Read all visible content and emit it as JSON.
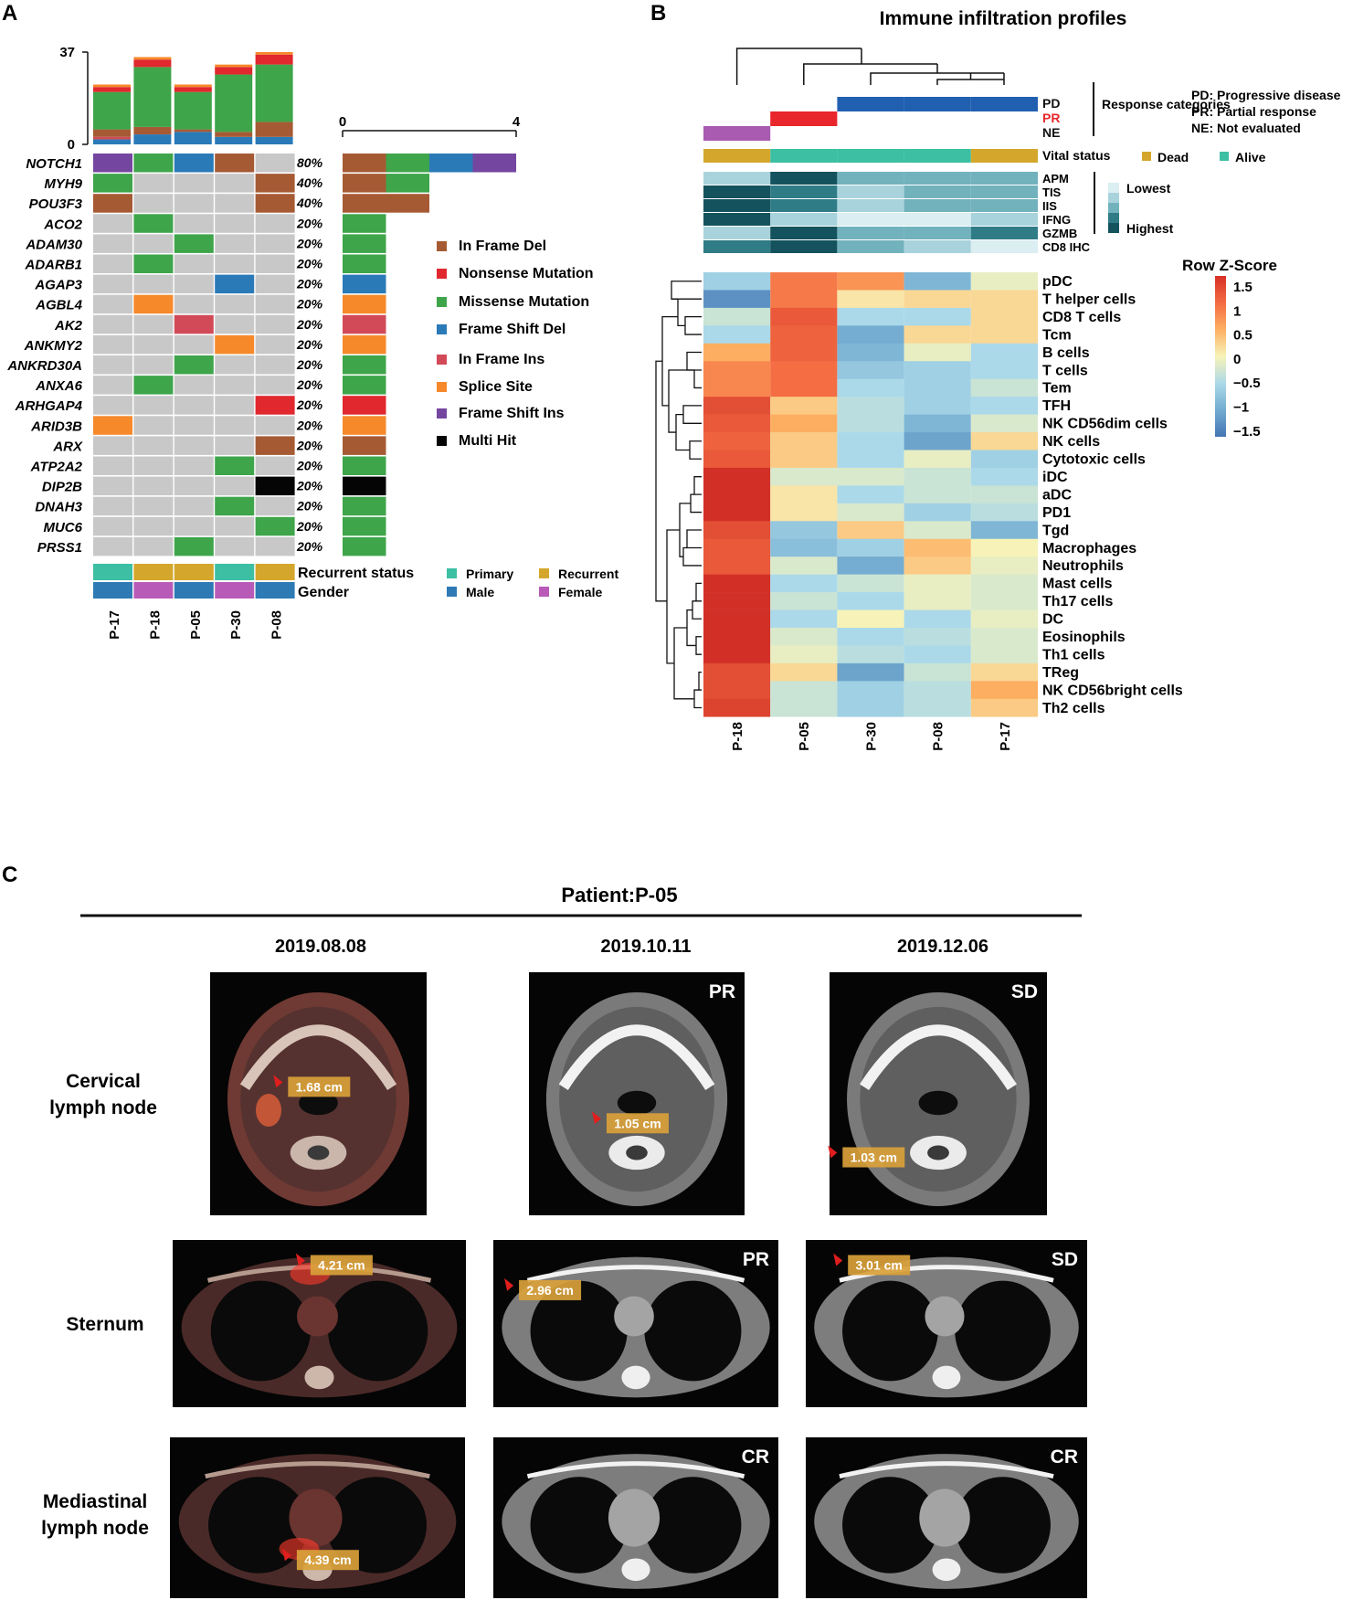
{
  "panelA": {
    "label": "A",
    "bar_axis": {
      "max": "37",
      "min": "0"
    },
    "count_axis": {
      "min": "0",
      "max": "4"
    },
    "colors": {
      "In Frame Del": "#a65a34",
      "Nonsense Mutation": "#e0282e",
      "Missense Mutation": "#3ea54a",
      "Frame Shift Del": "#2a7ab8",
      "In Frame Ins": "#d24a57",
      "Splice Site": "#f6892a",
      "Frame Shift Ins": "#7546a0",
      "Multi Hit": "#050505",
      "none": "#c8c8c8"
    },
    "patients": [
      "P-17",
      "P-18",
      "P-05",
      "P-30",
      "P-08"
    ],
    "stacks": [
      {
        "Frame Shift Del": 2,
        "In Frame Ins": 1,
        "In Frame Del": 3,
        "Missense Mutation": 15,
        "Nonsense Mutation": 2,
        "Splice Site": 1
      },
      {
        "Frame Shift Del": 4,
        "In Frame Del": 3,
        "Missense Mutation": 24,
        "Nonsense Mutation": 3,
        "Splice Site": 1
      },
      {
        "Frame Shift Del": 5,
        "In Frame Del": 1,
        "Missense Mutation": 15,
        "Nonsense Mutation": 2,
        "Splice Site": 1
      },
      {
        "Frame Shift Del": 3,
        "In Frame Del": 2,
        "Missense Mutation": 23,
        "Nonsense Mutation": 3,
        "Splice Site": 1
      },
      {
        "Frame Shift Del": 3,
        "In Frame Del": 6,
        "Missense Mutation": 23,
        "Nonsense Mutation": 4,
        "Splice Site": 1
      }
    ],
    "genes": [
      {
        "name": "NOTCH1",
        "pct": "80%",
        "calls": [
          "Frame Shift Ins",
          "Missense Mutation",
          "Frame Shift Del",
          "In Frame Del",
          ""
        ],
        "count": [
          "In Frame Del",
          "Missense Mutation",
          "Frame Shift Del",
          "Frame Shift Ins"
        ]
      },
      {
        "name": "MYH9",
        "pct": "40%",
        "calls": [
          "Missense Mutation",
          "",
          "",
          "",
          "In Frame Del"
        ],
        "count": [
          "In Frame Del",
          "Missense Mutation"
        ]
      },
      {
        "name": "POU3F3",
        "pct": "40%",
        "calls": [
          "In Frame Del",
          "",
          "",
          "",
          "In Frame Del"
        ],
        "count": [
          "In Frame Del",
          "In Frame Del"
        ]
      },
      {
        "name": "ACO2",
        "pct": "20%",
        "calls": [
          "",
          "Missense Mutation",
          "",
          "",
          ""
        ],
        "count": [
          "Missense Mutation"
        ]
      },
      {
        "name": "ADAM30",
        "pct": "20%",
        "calls": [
          "",
          "",
          "Missense Mutation",
          "",
          ""
        ],
        "count": [
          "Missense Mutation"
        ]
      },
      {
        "name": "ADARB1",
        "pct": "20%",
        "calls": [
          "",
          "Missense Mutation",
          "",
          "",
          ""
        ],
        "count": [
          "Missense Mutation"
        ]
      },
      {
        "name": "AGAP3",
        "pct": "20%",
        "calls": [
          "",
          "",
          "",
          "Frame Shift Del",
          ""
        ],
        "count": [
          "Frame Shift Del"
        ]
      },
      {
        "name": "AGBL4",
        "pct": "20%",
        "calls": [
          "",
          "Splice Site",
          "",
          "",
          ""
        ],
        "count": [
          "Splice Site"
        ]
      },
      {
        "name": "AK2",
        "pct": "20%",
        "calls": [
          "",
          "",
          "In Frame Ins",
          "",
          ""
        ],
        "count": [
          "In Frame Ins"
        ]
      },
      {
        "name": "ANKMY2",
        "pct": "20%",
        "calls": [
          "",
          "",
          "",
          "Splice Site",
          ""
        ],
        "count": [
          "Splice Site"
        ]
      },
      {
        "name": "ANKRD30A",
        "pct": "20%",
        "calls": [
          "",
          "",
          "Missense Mutation",
          "",
          ""
        ],
        "count": [
          "Missense Mutation"
        ]
      },
      {
        "name": "ANXA6",
        "pct": "20%",
        "calls": [
          "",
          "Missense Mutation",
          "",
          "",
          ""
        ],
        "count": [
          "Missense Mutation"
        ]
      },
      {
        "name": "ARHGAP4",
        "pct": "20%",
        "calls": [
          "",
          "",
          "",
          "",
          "Nonsense Mutation"
        ],
        "count": [
          "Nonsense Mutation"
        ]
      },
      {
        "name": "ARID3B",
        "pct": "20%",
        "calls": [
          "Splice Site",
          "",
          "",
          "",
          ""
        ],
        "count": [
          "Splice Site"
        ]
      },
      {
        "name": "ARX",
        "pct": "20%",
        "calls": [
          "",
          "",
          "",
          "",
          "In Frame Del"
        ],
        "count": [
          "In Frame Del"
        ]
      },
      {
        "name": "ATP2A2",
        "pct": "20%",
        "calls": [
          "",
          "",
          "",
          "Missense Mutation",
          ""
        ],
        "count": [
          "Missense Mutation"
        ]
      },
      {
        "name": "DIP2B",
        "pct": "20%",
        "calls": [
          "",
          "",
          "",
          "",
          "Multi Hit"
        ],
        "count": [
          "Multi Hit"
        ]
      },
      {
        "name": "DNAH3",
        "pct": "20%",
        "calls": [
          "",
          "",
          "",
          "Missense Mutation",
          ""
        ],
        "count": [
          "Missense Mutation"
        ]
      },
      {
        "name": "MUC6",
        "pct": "20%",
        "calls": [
          "",
          "",
          "",
          "",
          "Missense Mutation"
        ],
        "count": [
          "Missense Mutation"
        ]
      },
      {
        "name": "PRSS1",
        "pct": "20%",
        "calls": [
          "",
          "",
          "Missense Mutation",
          "",
          ""
        ],
        "count": [
          "Missense Mutation"
        ]
      }
    ],
    "legend": [
      "In Frame Del",
      "Nonsense Mutation",
      "Missense Mutation",
      "Frame Shift Del",
      "In Frame Ins",
      "Splice Site",
      "Frame Shift Ins",
      "Multi Hit"
    ],
    "recurrent_label": "Recurrent status",
    "gender_label": "Gender",
    "recurrent_values": [
      "Primary",
      "Recurrent",
      "Recurrent",
      "Primary",
      "Recurrent"
    ],
    "gender_values": [
      "Male",
      "Female",
      "Male",
      "Female",
      "Male"
    ],
    "recurrent_legend": [
      {
        "label": "Primary",
        "color": "#3cbfa3"
      },
      {
        "label": "Recurrent",
        "color": "#d4a72c"
      }
    ],
    "gender_legend": [
      {
        "label": "Male",
        "color": "#2e7ab5"
      },
      {
        "label": "Female",
        "color": "#b85bb8"
      }
    ]
  },
  "panelB": {
    "label": "B",
    "title": "Immune infiltration profiles",
    "patients": [
      "P-18",
      "P-05",
      "P-30",
      "P-08",
      "P-17"
    ],
    "response": [
      "NE",
      "PR",
      "PD",
      "PD",
      "PD"
    ],
    "response_rows": [
      "PD",
      "PR",
      "NE"
    ],
    "response_colors": {
      "PD": "#2160b0",
      "PR": "#e8262c",
      "NE": "#a85bb0"
    },
    "response_title": "Response categories",
    "response_legend": [
      "PD: Progressive disease",
      "PR: Partial response",
      "NE: Not evaluated"
    ],
    "vital_label": "Vital status",
    "vital": [
      "Dead",
      "Alive",
      "Alive",
      "Alive",
      "Dead"
    ],
    "vital_legend": [
      {
        "label": "Dead",
        "color": "#d4a72c"
      },
      {
        "label": "Alive",
        "color": "#3cbfa3"
      }
    ],
    "scores": [
      {
        "name": "APM",
        "values": [
          1,
          4,
          2,
          2,
          2
        ]
      },
      {
        "name": "TIS",
        "values": [
          4,
          3,
          1,
          2,
          2
        ]
      },
      {
        "name": "IIS",
        "values": [
          4,
          3,
          1,
          2,
          2
        ]
      },
      {
        "name": "IFNG",
        "values": [
          4,
          1,
          0,
          0,
          1
        ]
      },
      {
        "name": "GZMB",
        "values": [
          1,
          4,
          2,
          2,
          3
        ]
      },
      {
        "name": "CD8 IHC",
        "values": [
          3,
          4,
          2,
          1,
          0
        ]
      }
    ],
    "score_legend": {
      "low": "Lowest",
      "high": "Highest"
    },
    "zscore_title": "Row Z-Score",
    "zscore_ticks": [
      "1.5",
      "1",
      "0.5",
      "0",
      "−0.5",
      "−1",
      "−1.5"
    ],
    "cells": [
      {
        "name": "pDC",
        "values": [
          -0.6,
          0.9,
          0.7,
          -0.9,
          -0.1
        ]
      },
      {
        "name": "T helper cells",
        "values": [
          -1.3,
          0.9,
          0.1,
          0.2,
          0.2
        ]
      },
      {
        "name": "CD8 T cells",
        "values": [
          -0.3,
          1.2,
          -0.5,
          -0.5,
          0.2
        ]
      },
      {
        "name": "Tcm",
        "values": [
          -0.5,
          1.1,
          -1.0,
          0.2,
          0.2
        ]
      },
      {
        "name": "B cells",
        "values": [
          0.5,
          1.1,
          -0.9,
          -0.1,
          -0.5
        ]
      },
      {
        "name": "T cells",
        "values": [
          0.8,
          1.0,
          -0.7,
          -0.6,
          -0.5
        ]
      },
      {
        "name": "Tem",
        "values": [
          0.8,
          1.0,
          -0.5,
          -0.6,
          -0.3
        ]
      },
      {
        "name": "TFH",
        "values": [
          1.3,
          0.3,
          -0.4,
          -0.6,
          -0.5
        ]
      },
      {
        "name": "NK CD56dim cells",
        "values": [
          1.2,
          0.5,
          -0.4,
          -0.9,
          -0.2
        ]
      },
      {
        "name": "NK cells",
        "values": [
          1.1,
          0.3,
          -0.5,
          -1.1,
          0.2
        ]
      },
      {
        "name": "Cytotoxic cells",
        "values": [
          1.2,
          0.3,
          -0.5,
          -0.1,
          -0.6
        ]
      },
      {
        "name": "iDC",
        "values": [
          1.6,
          -0.2,
          -0.2,
          -0.3,
          -0.5
        ]
      },
      {
        "name": "aDC",
        "values": [
          1.6,
          0.1,
          -0.5,
          -0.3,
          -0.3
        ]
      },
      {
        "name": "PD1",
        "values": [
          1.6,
          0.1,
          -0.2,
          -0.6,
          -0.4
        ]
      },
      {
        "name": "Tgd",
        "values": [
          1.3,
          -0.7,
          0.3,
          -0.2,
          -0.9
        ]
      },
      {
        "name": "Macrophages",
        "values": [
          1.2,
          -0.8,
          -0.6,
          0.4,
          0.0
        ]
      },
      {
        "name": "Neutrophils",
        "values": [
          1.2,
          -0.2,
          -1.0,
          0.3,
          -0.1
        ]
      },
      {
        "name": "Mast cells",
        "values": [
          1.6,
          -0.5,
          -0.3,
          -0.1,
          -0.2
        ]
      },
      {
        "name": "Th17 cells",
        "values": [
          1.6,
          -0.3,
          -0.5,
          -0.1,
          -0.2
        ]
      },
      {
        "name": "DC",
        "values": [
          1.6,
          -0.5,
          0.0,
          -0.5,
          -0.1
        ]
      },
      {
        "name": "Eosinophils",
        "values": [
          1.6,
          -0.2,
          -0.5,
          -0.4,
          -0.2
        ]
      },
      {
        "name": "Th1 cells",
        "values": [
          1.6,
          -0.1,
          -0.4,
          -0.5,
          -0.2
        ]
      },
      {
        "name": "TReg",
        "values": [
          1.3,
          0.2,
          -1.1,
          -0.3,
          0.2
        ]
      },
      {
        "name": "NK CD56bright cells",
        "values": [
          1.3,
          -0.3,
          -0.6,
          -0.4,
          0.5
        ]
      },
      {
        "name": "Th2 cells",
        "values": [
          1.4,
          -0.3,
          -0.6,
          -0.4,
          0.3
        ]
      }
    ]
  },
  "panelC": {
    "label": "C",
    "patient": "Patient:P-05",
    "dates": [
      "2019.08.08",
      "2019.10.11",
      "2019.12.06"
    ],
    "rows": [
      {
        "label_lines": [
          "Cervical",
          "lymph node"
        ],
        "images": [
          {
            "kind": "pet",
            "anatomy": "neck",
            "badge": "",
            "measure": "1.68 cm"
          },
          {
            "kind": "ct",
            "anatomy": "neck",
            "badge": "PR",
            "measure": "1.05 cm"
          },
          {
            "kind": "ct",
            "anatomy": "neck",
            "badge": "SD",
            "measure": "1.03 cm"
          }
        ]
      },
      {
        "label_lines": [
          "Sternum"
        ],
        "images": [
          {
            "kind": "pet",
            "anatomy": "chest",
            "badge": "",
            "measure": "4.21 cm"
          },
          {
            "kind": "ct",
            "anatomy": "chest",
            "badge": "PR",
            "measure": "2.96 cm"
          },
          {
            "kind": "ct",
            "anatomy": "chest",
            "badge": "SD",
            "measure": "3.01 cm"
          }
        ]
      },
      {
        "label_lines": [
          "Mediastinal",
          "lymph node"
        ],
        "images": [
          {
            "kind": "pet",
            "anatomy": "mediastinum",
            "badge": "",
            "measure": "4.39 cm"
          },
          {
            "kind": "ct",
            "anatomy": "mediastinum",
            "badge": "CR",
            "measure": ""
          },
          {
            "kind": "ct",
            "anatomy": "mediastinum",
            "badge": "CR",
            "measure": ""
          }
        ]
      }
    ]
  }
}
